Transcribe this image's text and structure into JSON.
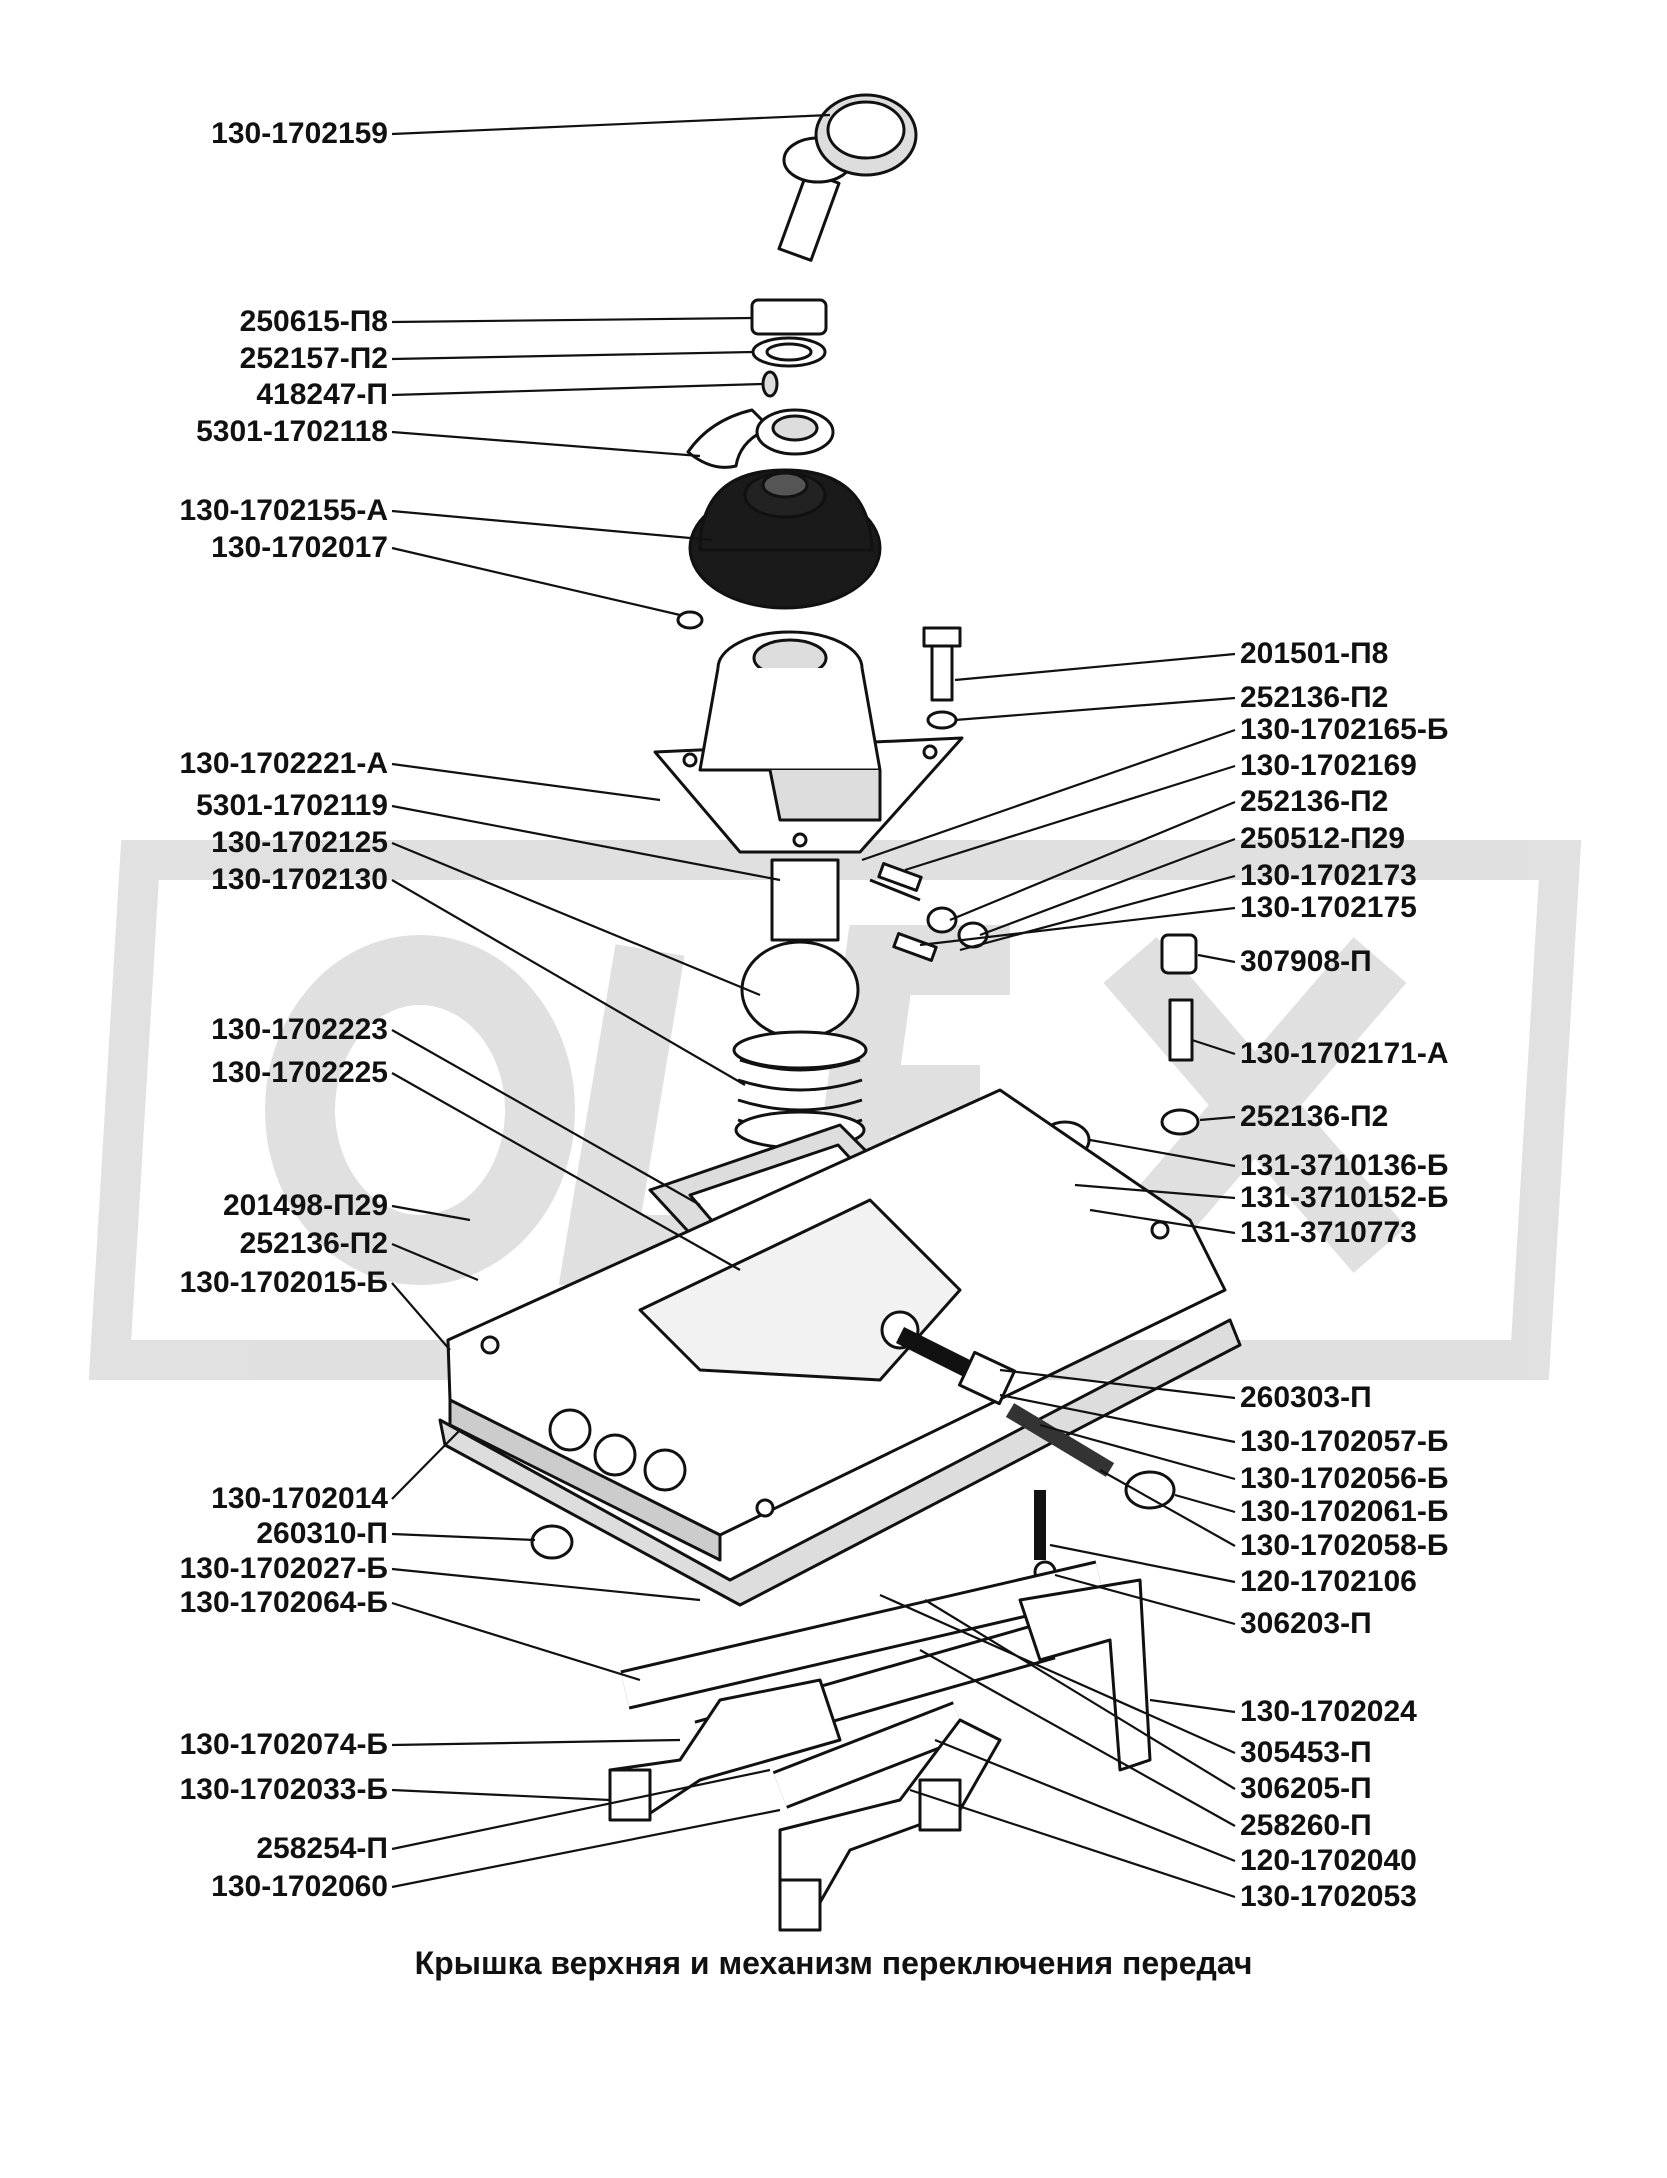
{
  "caption": "Крышка верхняя и механизм переключения передач",
  "watermark_text": "OLEX",
  "colors": {
    "ink": "#111111",
    "watermark": "#d6d6d6",
    "paper": "#ffffff",
    "rubber": "#1a1a1a"
  },
  "labels_left": [
    "130-1702159",
    "250615-П8",
    "252157-П2",
    "418247-П",
    "5301-1702118",
    "130-1702155-А",
    "130-1702017",
    "130-1702221-А",
    "5301-1702119",
    "130-1702125",
    "130-1702130",
    "130-1702223",
    "130-1702225",
    "201498-П29",
    "252136-П2",
    "130-1702015-Б",
    "130-1702014",
    "260310-П",
    "130-1702027-Б",
    "130-1702064-Б",
    "130-1702074-Б",
    "130-1702033-Б",
    "258254-П",
    "130-1702060"
  ],
  "labels_right": [
    "201501-П8",
    "252136-П2",
    "130-1702165-Б",
    "130-1702169",
    "252136-П2",
    "250512-П29",
    "130-1702173",
    "130-1702175",
    "307908-П",
    "130-1702171-А",
    "252136-П2",
    "131-3710136-Б",
    "131-3710152-Б",
    "131-3710773",
    "260303-П",
    "130-1702057-Б",
    "130-1702056-Б",
    "130-1702061-Б",
    "130-1702058-Б",
    "120-1702106",
    "306203-П",
    "130-1702024",
    "305453-П",
    "306205-П",
    "258260-П",
    "120-1702040",
    "130-1702053"
  ]
}
